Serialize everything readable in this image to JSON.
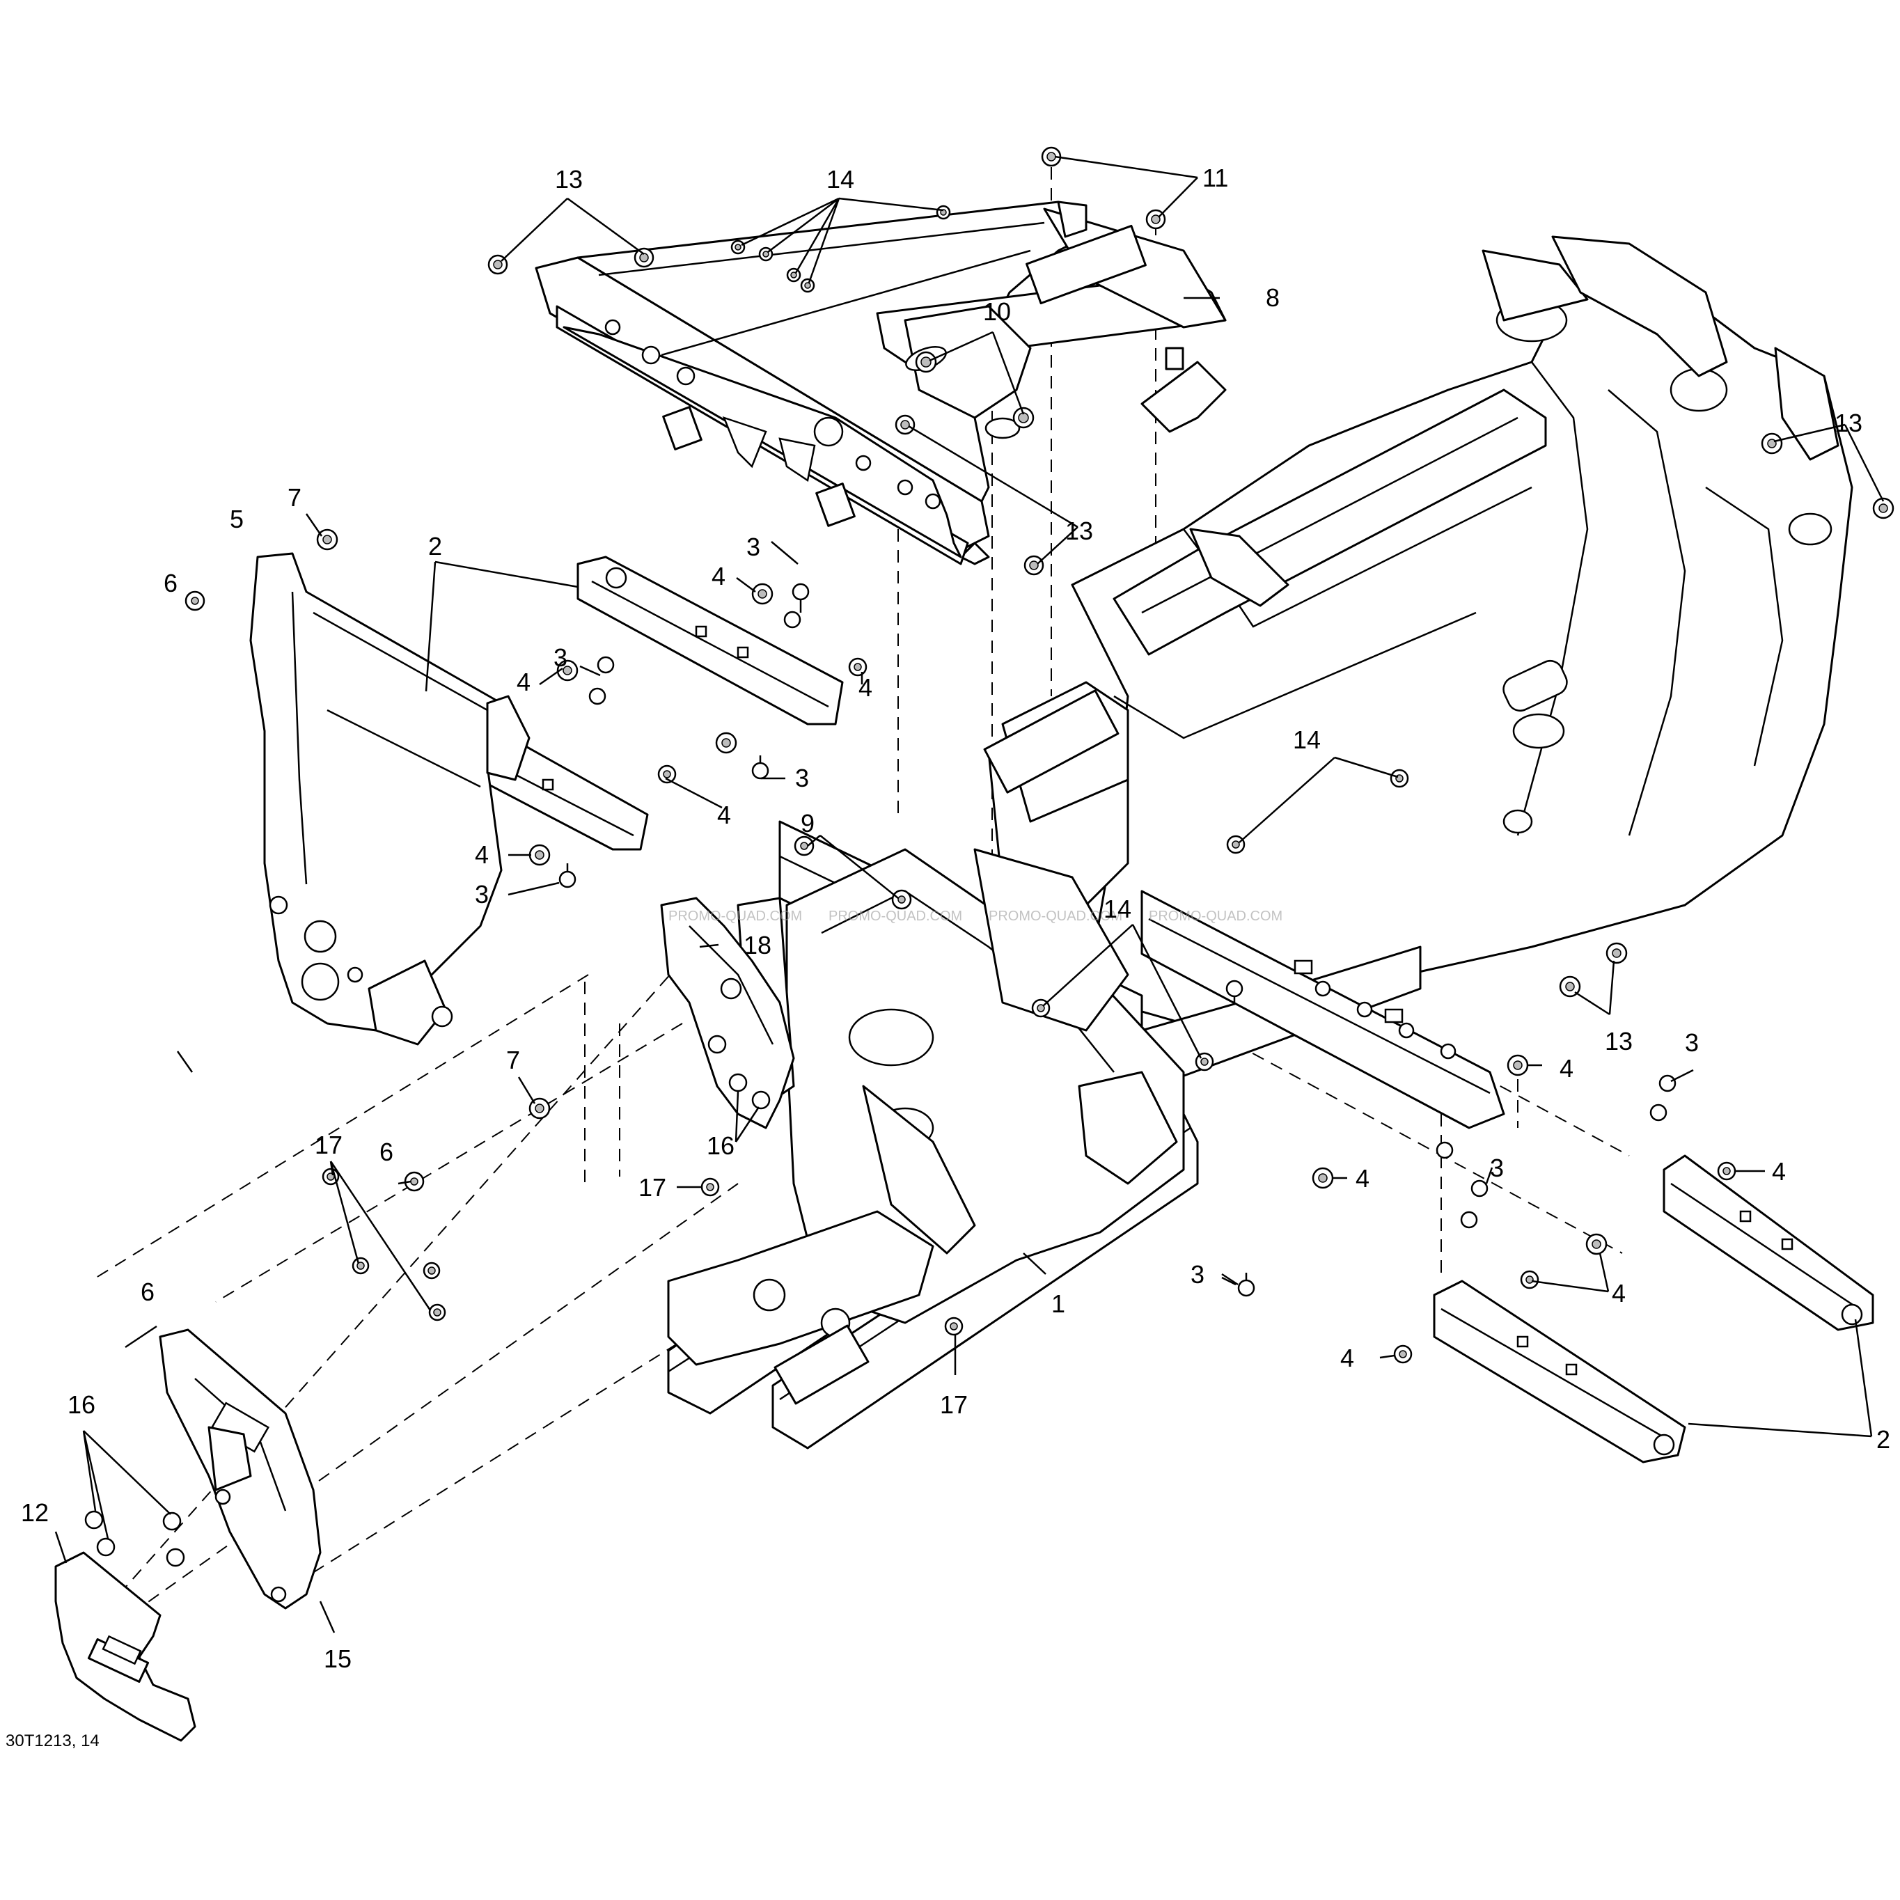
{
  "callouts": [
    {
      "n": "13"
    },
    {
      "n": "14"
    },
    {
      "n": "11"
    },
    {
      "n": "8"
    },
    {
      "n": "10"
    },
    {
      "n": "13"
    },
    {
      "n": "13"
    },
    {
      "n": "2"
    },
    {
      "n": "3"
    },
    {
      "n": "4"
    },
    {
      "n": "3"
    },
    {
      "n": "4"
    },
    {
      "n": "4"
    },
    {
      "n": "3"
    },
    {
      "n": "4"
    },
    {
      "n": "4"
    },
    {
      "n": "3"
    },
    {
      "n": "9"
    },
    {
      "n": "14"
    },
    {
      "n": "14"
    },
    {
      "n": "18"
    },
    {
      "n": "7"
    },
    {
      "n": "5"
    },
    {
      "n": "6"
    },
    {
      "n": "7"
    },
    {
      "n": "17"
    },
    {
      "n": "6"
    },
    {
      "n": "16"
    },
    {
      "n": "17"
    },
    {
      "n": "1"
    },
    {
      "n": "17"
    },
    {
      "n": "6"
    },
    {
      "n": "16"
    },
    {
      "n": "12"
    },
    {
      "n": "15"
    },
    {
      "n": "13"
    },
    {
      "n": "3"
    },
    {
      "n": "4"
    },
    {
      "n": "4"
    },
    {
      "n": "3"
    },
    {
      "n": "4"
    },
    {
      "n": "3"
    },
    {
      "n": "4"
    },
    {
      "n": "4"
    },
    {
      "n": "2"
    }
  ],
  "watermark": "PROMO-QUAD.COM",
  "reference": "30T1213, 14"
}
